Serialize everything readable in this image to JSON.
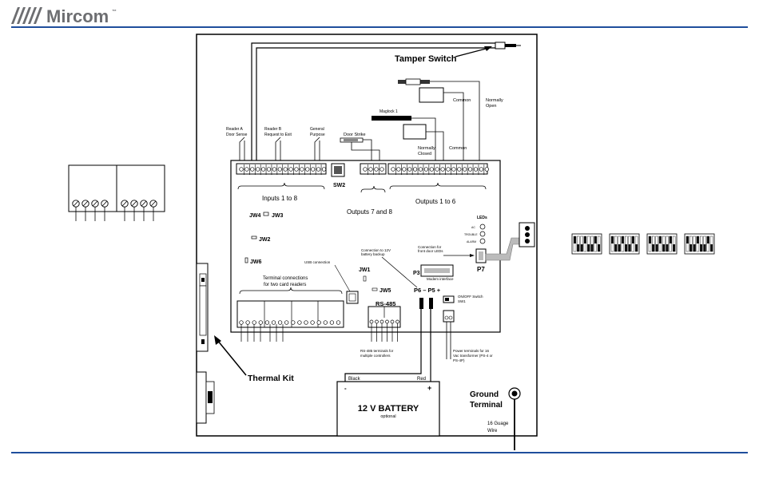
{
  "header": {
    "brand": "Mircom",
    "trademark": "™"
  },
  "colors": {
    "rule": "#1f4e9c",
    "brand_gray": "#6d6e71"
  },
  "labels": {
    "tamper_switch": "Tamper Switch",
    "common_top": "Common",
    "normally_open_1": "Normally",
    "normally_open_2": "Open",
    "maglock": "Maglock 1",
    "normally_closed_1": "Normally",
    "normally_closed_2": "Closed",
    "common_mid": "Common",
    "door_strike": "Door Strike",
    "reader_a_1": "Reader A",
    "reader_a_2": "Door Sense",
    "reader_b_1": "Reader B",
    "reader_b_2": "Request to Exit",
    "general_1": "General",
    "general_2": "Purpose",
    "sw2": "SW2",
    "inputs": "Inputs 1 to 8",
    "outputs_78": "Outputs 7 and 8",
    "outputs_16": "Outputs 1 to 6",
    "jw4": "JW4",
    "jw3": "JW3",
    "jw2": "JW2",
    "jw6": "JW6",
    "leds": "LEDs",
    "led_ac": "AC",
    "led_trouble": "TROUBLE",
    "led_alarm": "ALARM",
    "conn_12v_1": "Connection to 12V",
    "conn_12v_2": "battery backup",
    "conn_front_1": "Connection for",
    "conn_front_2": "front door LEDs",
    "p7": "P7",
    "usb": "USB connection",
    "jw1": "JW1",
    "terminal_conn_1": "Terminal connections",
    "terminal_conn_2": "for two card readers",
    "p3": "P3",
    "modem": "Modem interface",
    "jw5": "JW5",
    "rs485": "RS-485",
    "p6p5": "P6 – P5 +",
    "onoff_1": "ON/OFF Switch",
    "onoff_2": "SW1",
    "rs485_term_1": "RS-485 terminals for",
    "rs485_term_2": "multiple controllers",
    "power_term_1": "Power terminals for 16",
    "power_term_2": "Vac transformer (PS-4 or",
    "power_term_3": "PS-4P)",
    "thermal_kit": "Thermal Kit",
    "black": "Black",
    "red": "Red",
    "minus": "-",
    "plus": "+",
    "battery": "12 V BATTERY",
    "optional": "optional",
    "ground_1": "Ground",
    "ground_2": "Terminal",
    "gauge_1": "16 Guage",
    "gauge_2": "Wire"
  }
}
